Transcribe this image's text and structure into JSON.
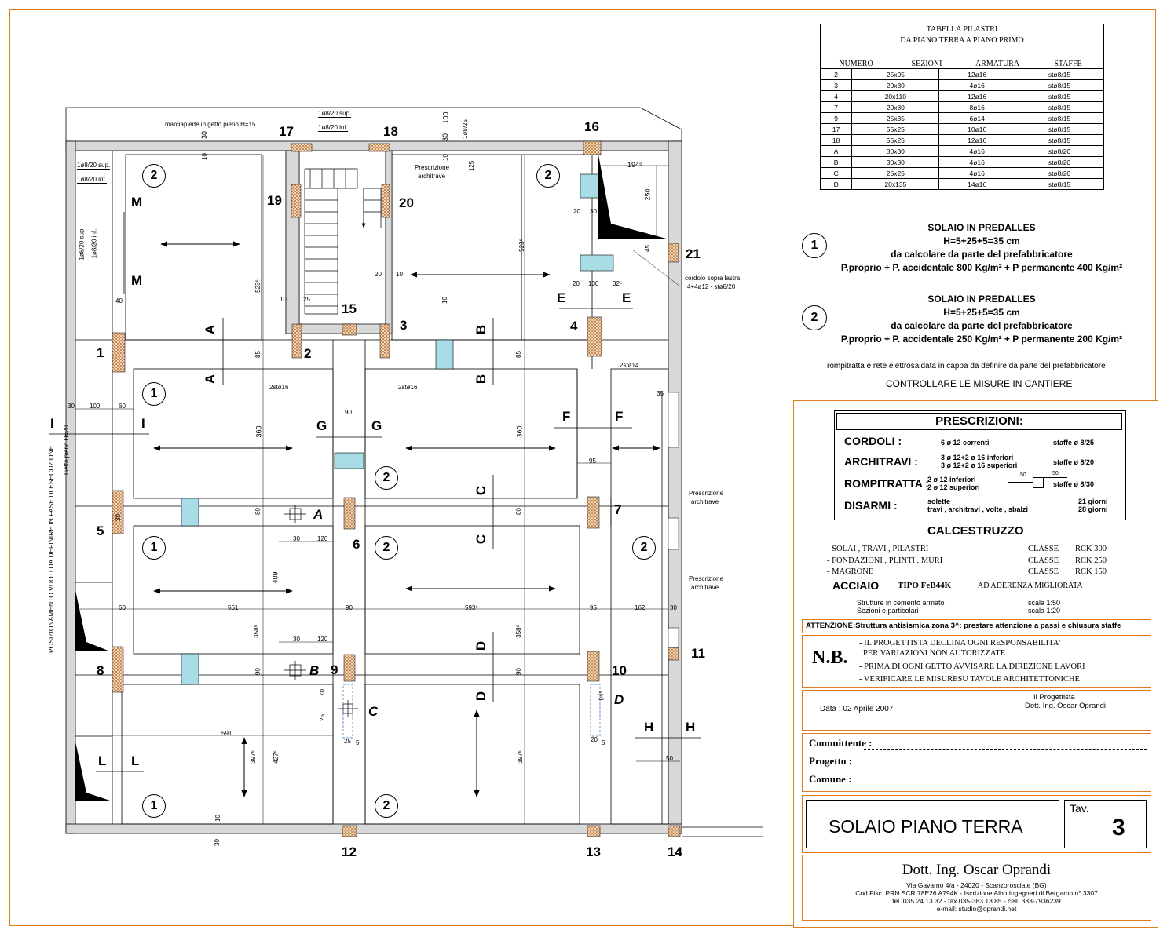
{
  "pillar_table": {
    "title1": "TABELLA PILASTRI",
    "title2": "DA PIANO TERRA A PIANO PRIMO",
    "columns": [
      "NUMERO",
      "SEZIONI",
      "ARMATURA",
      "STAFFE"
    ],
    "rows": [
      [
        "2",
        "25x95",
        "12ø16",
        "stø8/15"
      ],
      [
        "3",
        "20x30",
        "4ø16",
        "stø8/15"
      ],
      [
        "4",
        "20x110",
        "12ø16",
        "stø8/15"
      ],
      [
        "7",
        "20x80",
        "8ø16",
        "stø8/15"
      ],
      [
        "9",
        "25x35",
        "6ø14",
        "stø8/15"
      ],
      [
        "17",
        "55x25",
        "10ø16",
        "stø8/15"
      ],
      [
        "18",
        "55x25",
        "12ø16",
        "stø8/15"
      ],
      [
        "A",
        "30x30",
        "4ø16",
        "stø8/20"
      ],
      [
        "B",
        "30x30",
        "4ø16",
        "stø8/20"
      ],
      [
        "C",
        "25x25",
        "4ø16",
        "stø8/20"
      ],
      [
        "D",
        "20x135",
        "14ø16",
        "stø8/15"
      ]
    ]
  },
  "solaio1": {
    "num": "1",
    "l1": "SOLAIO IN PREDALLES",
    "l2": "H=5+25+5=35 cm",
    "l3": "da calcolare da parte del prefabbricatore",
    "l4": "P.proprio + P. accidentale 800 Kg/m² + P permanente 400 Kg/m²"
  },
  "solaio2": {
    "num": "2",
    "l1": "SOLAIO IN PREDALLES",
    "l2": "H=5+25+5=35 cm",
    "l3": "da calcolare da parte del prefabbricatore",
    "l4": "P.proprio + P. accidentale 250 Kg/m² + P permanente 200 Kg/m²"
  },
  "notes": {
    "rompitratta": "rompitratta e rete elettrosaldata in cappa da definire da parte del prefabbricatore",
    "controllare": "CONTROLLARE LE MISURE IN CANTIERE"
  },
  "prescrizioni": {
    "title": "PRESCRIZIONI:",
    "cordoli": {
      "label": "CORDOLI :",
      "a": "6 ø 12 correnti",
      "b": "staffe ø 8/25"
    },
    "architravi": {
      "label": "ARCHITRAVI :",
      "a": "3 ø 12+2 ø 16 inferiori",
      "a2": "3 ø 12+2 ø 16 superiori",
      "b": "staffe ø 8/20"
    },
    "rompitratta": {
      "label": "ROMPITRATTA :",
      "a": "2 ø 12 inferiori",
      "a2": "2 ø 12 superiori",
      "d1": "50",
      "d2": "50",
      "b": "staffe ø 8/30"
    },
    "disarmi": {
      "label": "DISARMI :",
      "a": "solette",
      "a2": "travi , architravi , volte , sbalzi",
      "b": "21 giorni",
      "b2": "28 giorni"
    }
  },
  "calcestruzzo": {
    "title": "CALCESTRUZZO",
    "rows": [
      [
        "- SOLAI , TRAVI , PILASTRI",
        "CLASSE",
        "RCK  300"
      ],
      [
        "- FONDAZIONI , PLINTI , MURI",
        "CLASSE",
        "RCK  250"
      ],
      [
        "- MAGRONE",
        "CLASSE",
        "RCK  150"
      ]
    ]
  },
  "acciaio": {
    "label": "ACCIAIO",
    "tipo": "TIPO FeB44K",
    "ader": "AD ADERENZA MIGLIORATA"
  },
  "scale": {
    "s1": "Strutture in cemento armato",
    "v1": "scala  1:50",
    "s2": "Sezioni e particolari",
    "v2": "scala  1:20"
  },
  "attenzione": {
    "bold": "ATTENZIONE:",
    "text": "Struttura antisismica zona 3^: prestare attenzione a passi e chiusura staffe"
  },
  "nb": {
    "label": "N.B.",
    "lines": [
      "- IL PROGETTISTA DECLINA OGNI RESPONSABILITA'",
      "PER VARIAZIONI NON AUTORIZZATE",
      "- PRIMA DI OGNI GETTO AVVISARE LA DIREZIONE LAVORI",
      "- VERIFICARE LE MISURESU TAVOLE ARCHITETTONICHE"
    ]
  },
  "data": {
    "date": "Data : 02 Aprile 2007",
    "prog1": "Il Progettista",
    "prog2": "Dott. Ing. Oscar Oprandi"
  },
  "fields": {
    "committente": "Committente :",
    "progetto": "Progetto :",
    "comune": "Comune :"
  },
  "title": {
    "name": "SOLAIO PIANO TERRA",
    "tav": "Tav.",
    "num": "3"
  },
  "studio": {
    "name": "Dott. Ing. Oscar Oprandi",
    "l1": "Via Gavarno 4/a - 24020 - Scanzorosciate (BG)",
    "l2": "Cod.Fisc. PRN SCR 78E26 A794K - Iscrizione Albo Ingegneri di Bergamo n° 3307",
    "l3": "tel. 035.24.13.32 - fax 035-383.13.85 - cell. 333-7936239",
    "l4": "e-mail: studio@oprandi.net"
  },
  "plan": {
    "pillars": [
      "17",
      "18",
      "16",
      "19",
      "20",
      "21",
      "15",
      "3",
      "4",
      "1",
      "2",
      "5",
      "6",
      "7",
      "8",
      "9",
      "10",
      "11",
      "12",
      "13",
      "14"
    ],
    "plinths": [
      "A",
      "B",
      "C",
      "D"
    ],
    "sections": [
      "A",
      "A",
      "B",
      "B",
      "C",
      "C",
      "D",
      "D",
      "E",
      "E",
      "F",
      "F",
      "G",
      "G",
      "H",
      "H",
      "I",
      "I",
      "L",
      "L",
      "M",
      "M"
    ],
    "dims": [
      "30",
      "10",
      "100",
      "30",
      "10",
      "194⁵",
      "250",
      "45",
      "20",
      "30",
      "20",
      "130",
      "32⁵",
      "10",
      "40",
      "10",
      "25",
      "20",
      "10",
      "85",
      "85",
      "90",
      "360",
      "360",
      "95",
      "80",
      "80",
      "30",
      "120",
      "30",
      "120",
      "409",
      "60",
      "561",
      "90",
      "593⁵",
      "95",
      "162",
      "30",
      "358⁶",
      "358⁶",
      "90",
      "90",
      "70",
      "25",
      "25",
      "5",
      "20",
      "5",
      "94⁵",
      "591",
      "397⁶",
      "427⁶",
      "397⁶",
      "50",
      "10",
      "30",
      "30",
      "100",
      "60",
      "523⁶",
      "523⁶",
      "125",
      "35",
      "30"
    ],
    "texts": {
      "marciapiede": "marciapiede in getto pieno  H=15",
      "r1": "1ø8/20 sup.",
      "r2": "1ø8/20 inf.",
      "r3": "1ø8/20 sup.",
      "r4": "1ø8/20 inf.",
      "r5": "1ø8/20 sup.",
      "r6": "1ø8/20 inf.",
      "r7": "1ø8/25",
      "prescr": "Prescrizione",
      "archi": "architrave",
      "cordolo1": "cordolo sopra lastra",
      "cordolo2": "4+4ø12 - stø8/20",
      "st1": "2stø16",
      "st2": "2stø16",
      "st3": "2stø14",
      "getto": "Getto pieno H=20",
      "vuoti": "POSIZIONAMENTO VUOTI DA DEFINIRE IN FASE DI ESECUZIONE"
    }
  }
}
